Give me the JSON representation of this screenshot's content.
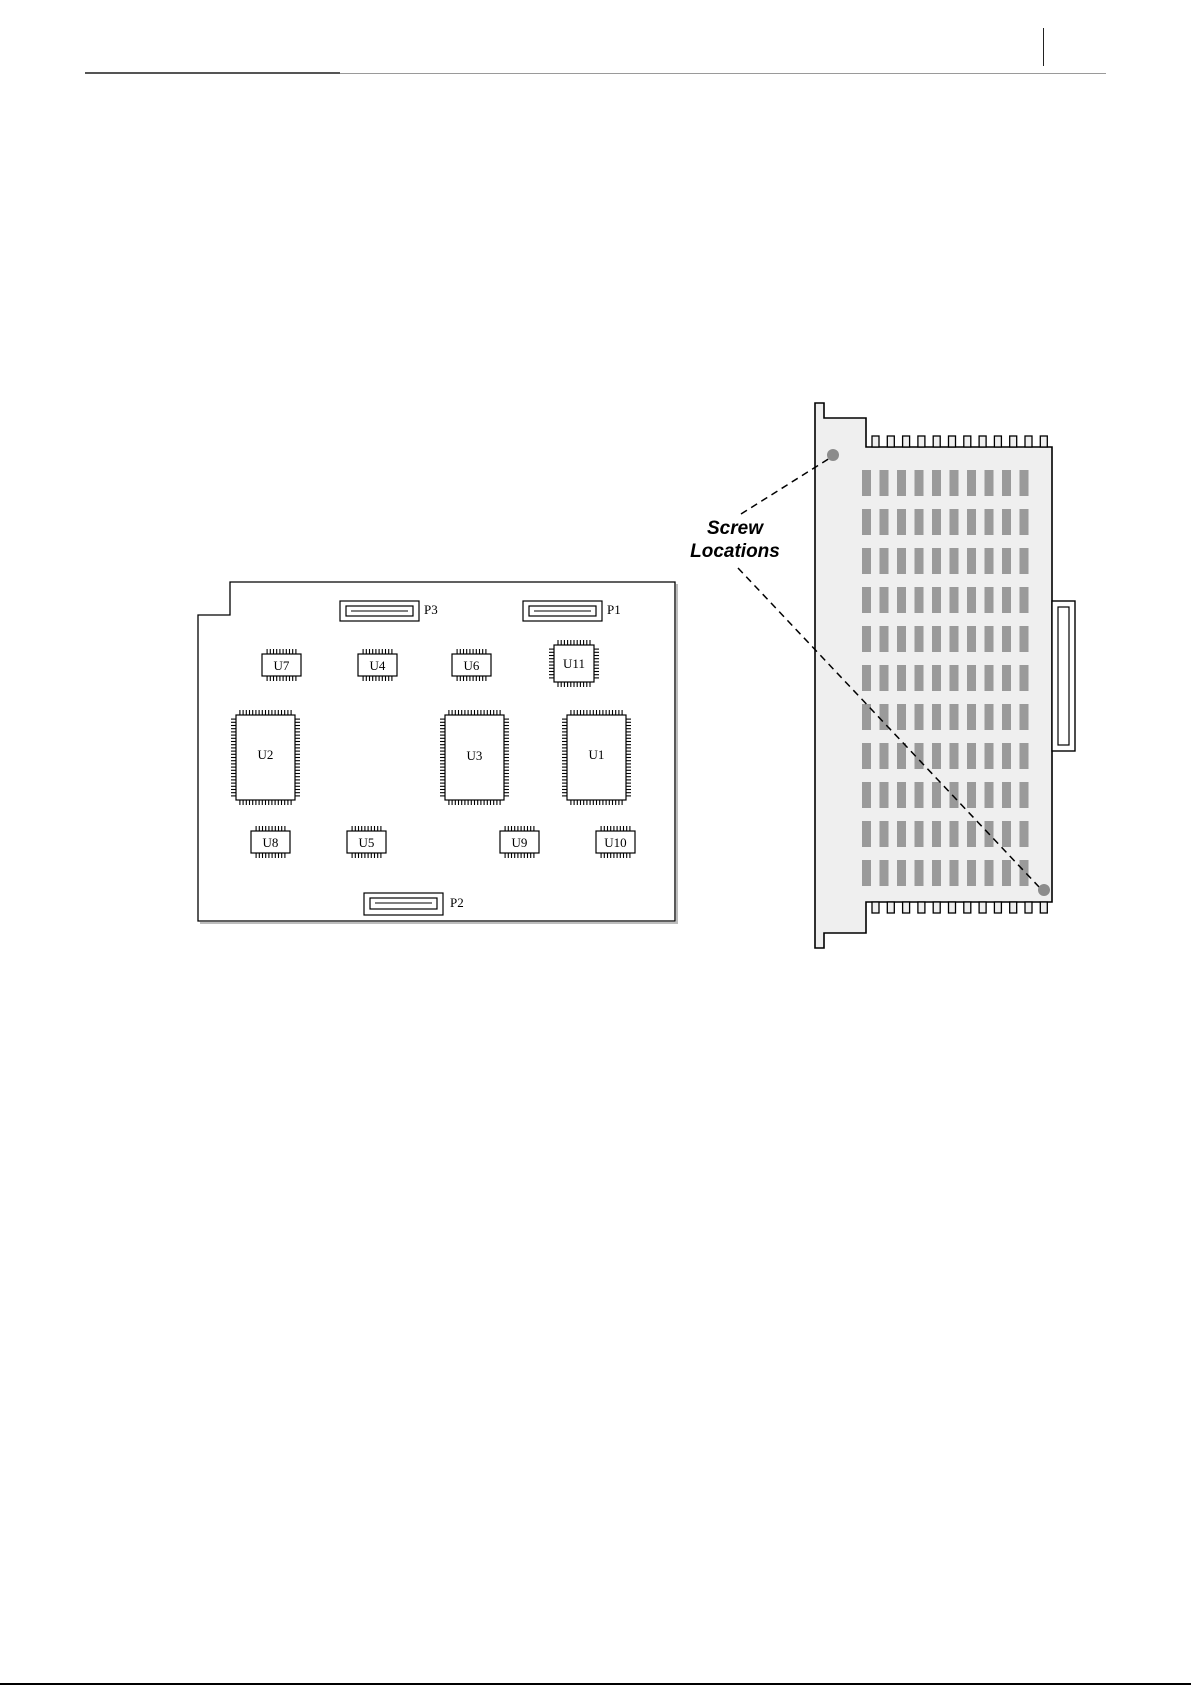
{
  "board": {
    "connectors": [
      {
        "id": "p3",
        "label": "P3"
      },
      {
        "id": "p1",
        "label": "P1"
      },
      {
        "id": "p2",
        "label": "P2"
      }
    ],
    "chips": [
      {
        "id": "u7",
        "label": "U7",
        "package": "soic"
      },
      {
        "id": "u4",
        "label": "U4",
        "package": "soic"
      },
      {
        "id": "u6",
        "label": "U6",
        "package": "soic"
      },
      {
        "id": "u11",
        "label": "U11",
        "package": "plcc-square"
      },
      {
        "id": "u2",
        "label": "U2",
        "package": "qfp"
      },
      {
        "id": "u3",
        "label": "U3",
        "package": "qfp"
      },
      {
        "id": "u1",
        "label": "U1",
        "package": "qfp"
      },
      {
        "id": "u8",
        "label": "U8",
        "package": "soic"
      },
      {
        "id": "u5",
        "label": "U5",
        "package": "soic"
      },
      {
        "id": "u9",
        "label": "U9",
        "package": "soic"
      },
      {
        "id": "u10",
        "label": "U10",
        "package": "soic"
      }
    ]
  },
  "module": {
    "callout": {
      "line1": "Screw",
      "line2": "Locations"
    },
    "vent_rows": 11,
    "vent_columns": 10,
    "screw_count": 2
  },
  "colors": {
    "outline": "#000000",
    "module_fill": "#efefef",
    "vent_fill": "#9a9a9a",
    "screw_fill": "#8c8c8c"
  }
}
